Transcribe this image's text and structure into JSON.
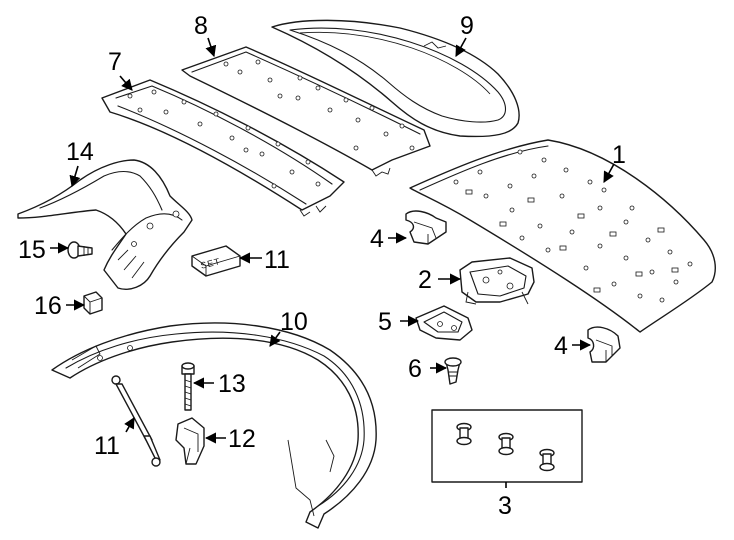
{
  "diagram": {
    "callouts": {
      "c1": "1",
      "c2": "2",
      "c3": "3",
      "c4a": "4",
      "c4b": "4",
      "c5": "5",
      "c6": "6",
      "c7": "7",
      "c8": "8",
      "c9": "9",
      "c10": "10",
      "c11a": "11",
      "c11b": "11",
      "c12": "12",
      "c13": "13",
      "c14": "14",
      "c15": "15",
      "c16": "16"
    },
    "kit_label": "SET"
  }
}
